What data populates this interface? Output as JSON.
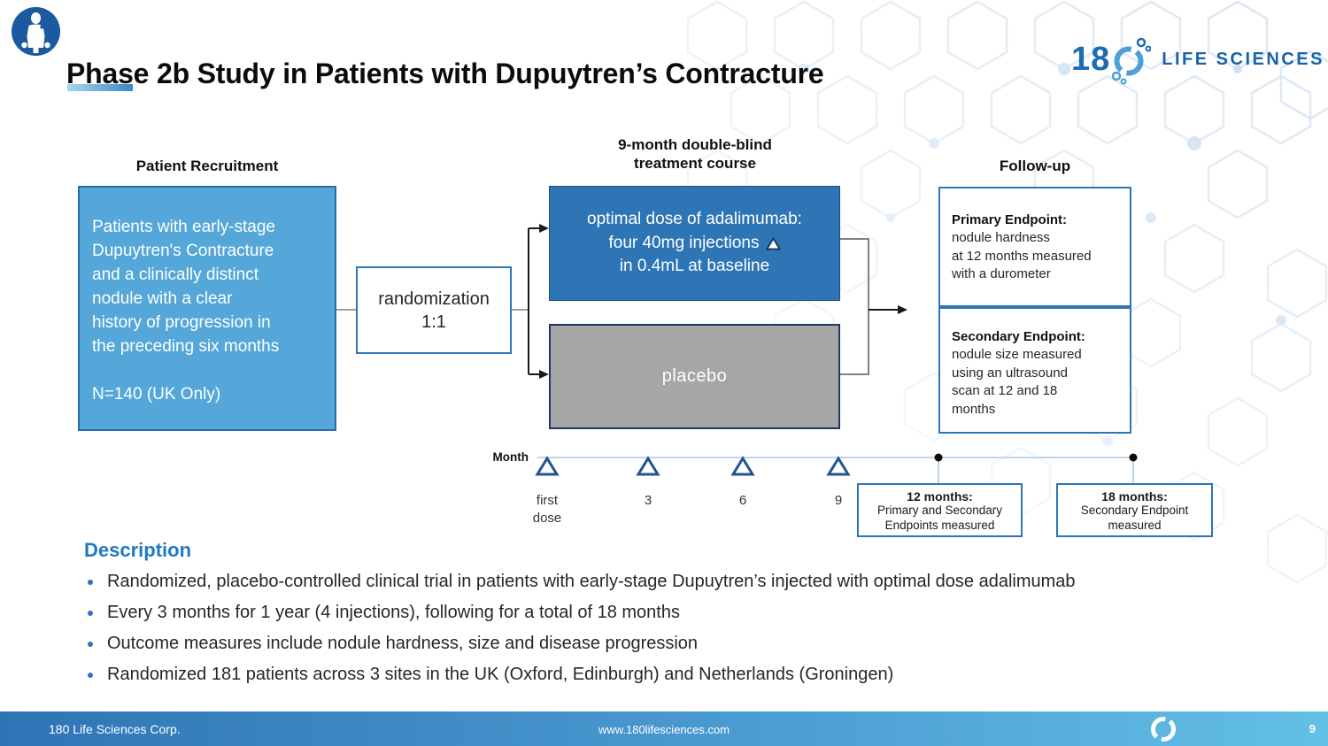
{
  "slide": {
    "title": "Phase 2b Study in Patients with Dupuytren’s Contracture"
  },
  "logo": {
    "number_prefix": "18",
    "name": "LIFE SCIENCES"
  },
  "diagram": {
    "recruitment": {
      "header": "Patient Recruitment",
      "body": "Patients with early-stage\nDupuytren's Contracture\nand a clinically distinct\nnodule with a clear\nhistory of progression in\nthe preceding six months",
      "sample_size": "N=140 (UK Only)"
    },
    "randomization": {
      "line1": "randomization",
      "line2": "1:1"
    },
    "treatment": {
      "header": "9-month double-blind\ntreatment course",
      "adalimumab_line1": "optimal dose of adalimumab:",
      "adalimumab_line2": "four 40mg injections",
      "adalimumab_line3": "in 0.4mL at baseline",
      "placebo_label": "placebo"
    },
    "followup": {
      "header": "Follow-up",
      "primary_title": "Primary Endpoint:",
      "primary_body": "nodule hardness\nat 12 months measured\nwith a durometer",
      "secondary_title": "Secondary Endpoint:",
      "secondary_body": "nodule size measured\nusing an ultrasound\nscan at 12 and 18\nmonths"
    },
    "timeline": {
      "axis_label": "Month",
      "ticks": [
        "first dose",
        "3",
        "6",
        "9"
      ],
      "milestone_12_title": "12 months:",
      "milestone_12_body": "Primary and Secondary\nEndpoints measured",
      "milestone_18_title": "18 months:",
      "milestone_18_body": "Secondary Endpoint\nmeasured"
    }
  },
  "description": {
    "heading": "Description",
    "bullets": [
      "Randomized, placebo-controlled clinical trial in patients with early-stage Dupuytren’s injected with optimal dose adalimumab",
      "Every 3 months for 1 year (4 injections), following for a total of 18 months",
      "Outcome measures include nodule hardness, size and disease progression",
      "Randomized 181 patients across 3 sites in the UK (Oxford, Edinburgh) and Netherlands (Groningen)"
    ]
  },
  "footer": {
    "company": "180 Life Sciences Corp.",
    "website": "www.180lifesciences.com",
    "page": "9"
  },
  "colors": {
    "recruitment_fill": "#54a7d8",
    "treatment_fill": "#2e75b6",
    "placebo_fill": "#a6a6a6",
    "box_border_blue": "#2e75b6",
    "dark_navy_border": "#1f3864",
    "heading_blue": "#1f7ac4",
    "timeline_line": "#aac7e6",
    "triangle_stroke": "#24538f",
    "footer_gradient_start": "#2f74b5",
    "footer_gradient_end": "#63c0e6"
  }
}
